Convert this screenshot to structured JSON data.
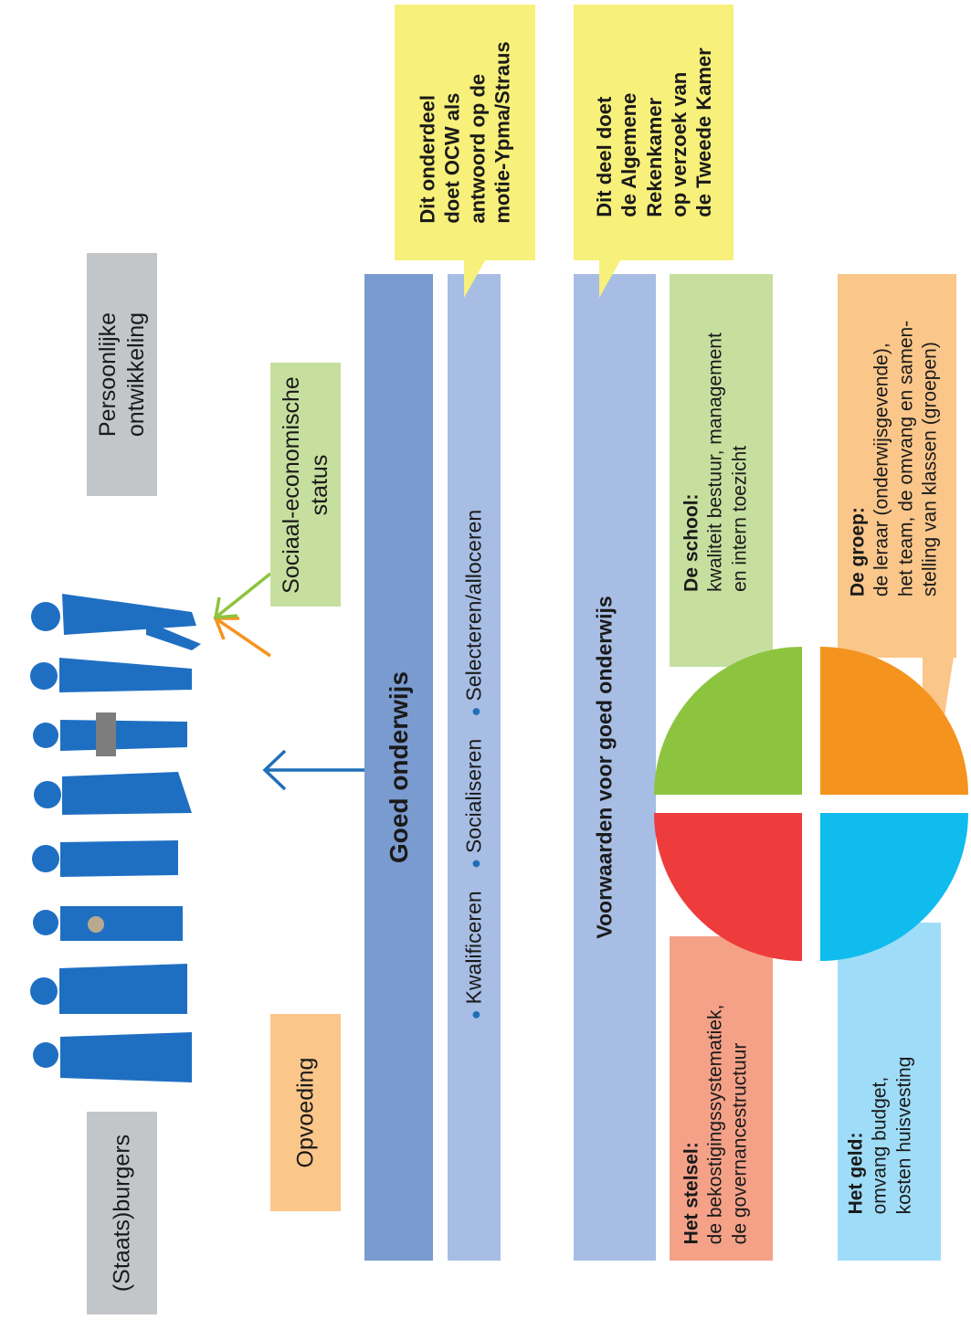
{
  "labels": {
    "staatsburgers": "(Staats)burgers",
    "persoonlijke_line1": "Persoonlijke",
    "persoonlijke_line2": "ontwikkeling",
    "opvoeding": "Opvoeding",
    "sociaal_line1": "Sociaal-economische",
    "sociaal_line2": "status"
  },
  "bars": {
    "goed_onderwijs": "Goed onderwijs",
    "bullets": [
      "Kwalificeren",
      "Socialiseren",
      "Selecteren/alloceren"
    ],
    "voorwaarden": "Voorwaarden voor goed onderwijs"
  },
  "notes": {
    "ocw": [
      "Dit onderdeel",
      "doet OCW als",
      "antwoord op de",
      "motie-Ypma/Straus"
    ],
    "rekenkamer": [
      "Dit deel doet",
      "de Algemene",
      "Rekenkamer",
      "op verzoek van",
      "de Tweede Kamer"
    ]
  },
  "quadrants": {
    "stelsel": {
      "title": "Het stelsel:",
      "lines": [
        "de bekostigingssystematiek,",
        "de governancestructuur"
      ],
      "color": "#ee3b3b",
      "bg": "#f4a188"
    },
    "school": {
      "title": "De school:",
      "lines": [
        "kwaliteit bestuur, management",
        "en intern toezicht"
      ],
      "color": "#8dc43f",
      "bg": "#c6df9f"
    },
    "geld": {
      "title": "Het geld:",
      "lines": [
        "omvang budget,",
        "kosten huisvesting"
      ],
      "color": "#10bbee",
      "bg": "#9fdcf7"
    },
    "groep": {
      "title": "De groep:",
      "lines": [
        "de leraar (onderwijsgevende),",
        "het team, de omvang en samen-",
        "stelling van klassen (groepen)"
      ],
      "color": "#f5931f",
      "bg": "#fac68a"
    }
  },
  "colors": {
    "grey_box": "#c3c6c9",
    "goed_bar": "#7a9bd0",
    "light_bar": "#a7bde3",
    "note": "#f7f07a",
    "arrow_blue": "#1f6fb8",
    "arrow_orange": "#f5931f",
    "arrow_green": "#8dc43f",
    "people": "#1e6fc2"
  }
}
